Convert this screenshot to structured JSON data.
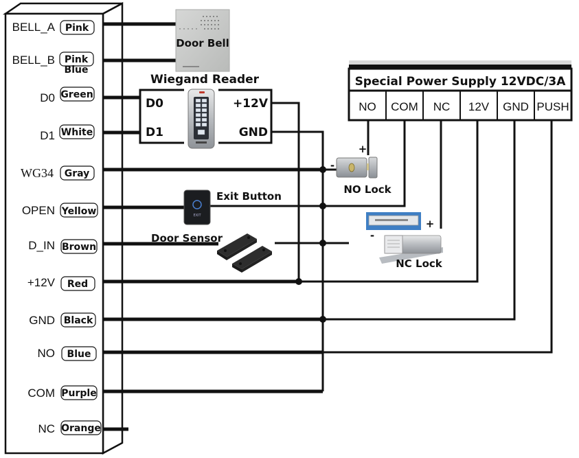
{
  "title": "Access Control Wiring Diagram",
  "controller": {
    "terminals": [
      {
        "name": "BELL_A",
        "wire": "Pink"
      },
      {
        "name": "BELL_B",
        "wire": "Pink",
        "wire2": "Blue"
      },
      {
        "name": "D0",
        "wire": "Green"
      },
      {
        "name": "D1",
        "wire": "White"
      },
      {
        "name": "WG34",
        "wire": "Gray"
      },
      {
        "name": "OPEN",
        "wire": "Yellow"
      },
      {
        "name": "D_IN",
        "wire": "Brown"
      },
      {
        "name": "+12V",
        "wire": "Red"
      },
      {
        "name": "GND",
        "wire": "Black"
      },
      {
        "name": "NO",
        "wire": "Blue"
      },
      {
        "name": "COM",
        "wire": "Purple"
      },
      {
        "name": "NC",
        "wire": "Orange"
      }
    ]
  },
  "door_bell": {
    "label": "Door Bell"
  },
  "reader": {
    "title": "Wiegand Reader",
    "d0": "D0",
    "d1": "D1",
    "v12": "+12V",
    "gnd": "GND"
  },
  "power_supply": {
    "title": "Special Power Supply 12VDC/3A",
    "cells": [
      "NO",
      "COM",
      "NC",
      "12V",
      "GND",
      "PUSH"
    ]
  },
  "exit_button": {
    "label": "Exit Button",
    "face_text": "EXIT"
  },
  "door_sensor": {
    "label": "Door Sensor"
  },
  "no_lock": {
    "label": "NO Lock",
    "plus": "+",
    "minus": "-"
  },
  "nc_lock": {
    "label": "NC Lock",
    "plus": "+",
    "minus": "-"
  }
}
